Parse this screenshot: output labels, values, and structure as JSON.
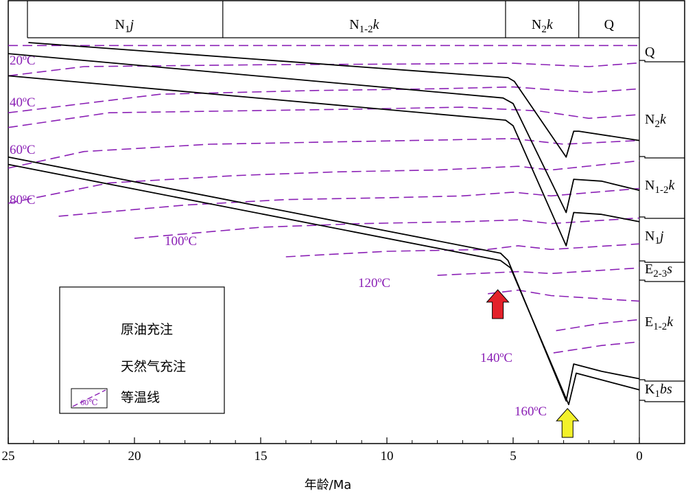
{
  "chart_data": {
    "type": "line",
    "title": "",
    "xlabel": "年龄/Ma",
    "xlim": [
      25,
      0
    ],
    "x_ticks": [
      "25",
      "20",
      "15",
      "10",
      "5",
      "0"
    ],
    "stage_labels": [
      {
        "base": "N",
        "sub": "1",
        "italic": "j"
      },
      {
        "base": "N",
        "sub": "1-2",
        "italic": "k"
      },
      {
        "base": "N",
        "sub": "2",
        "italic": "k"
      },
      {
        "base": "Q",
        "sub": "",
        "italic": ""
      }
    ],
    "stage_ages_ma": [
      24.3,
      16.5,
      5.3,
      2.4,
      0
    ],
    "formation_labels": [
      {
        "base": "Q",
        "sub": "",
        "italic": ""
      },
      {
        "base": "N",
        "sub": "2",
        "italic": "k"
      },
      {
        "base": "N",
        "sub": "1-2",
        "italic": "k"
      },
      {
        "base": "N",
        "sub": "1",
        "italic": "j"
      },
      {
        "base": "E",
        "sub": "2-3",
        "italic": "s"
      },
      {
        "base": "E",
        "sub": "1-2",
        "italic": "k"
      },
      {
        "base": "K",
        "sub": "1",
        "italic": "bs"
      }
    ],
    "isotherm_labels": [
      "20ºC",
      "40ºC",
      "60ºC",
      "80ºC",
      "100ºC",
      "120ºC",
      "140ºC",
      "160ºC"
    ],
    "burial_series": [
      {
        "x": [
          24.2,
          5.2,
          4.95,
          2.9,
          2.6,
          2.4,
          0
        ],
        "y": [
          0,
          950,
          1050,
          3100,
          2400,
          2400,
          2650
        ]
      },
      {
        "x": [
          25,
          5.4,
          5.0,
          2.9,
          2.6,
          1.5,
          0
        ],
        "y": [
          300,
          1500,
          1650,
          4600,
          3700,
          3750,
          4000
        ]
      },
      {
        "x": [
          25,
          5.3,
          5.0,
          2.9,
          2.6,
          1.5,
          0
        ],
        "y": [
          900,
          2100,
          2250,
          5500,
          4600,
          4650,
          4850
        ]
      },
      {
        "x": [
          25,
          5.5,
          5.2,
          2.9,
          2.6,
          1.5,
          0
        ],
        "y": [
          3100,
          5700,
          5900,
          9700,
          8700,
          8900,
          9100
        ]
      },
      {
        "x": [
          25,
          5.5,
          5.1,
          2.8,
          2.5,
          0
        ],
        "y": [
          3300,
          5900,
          6100,
          9800,
          8950,
          9400
        ]
      }
    ],
    "isotherm_series": [
      {
        "x": [
          25,
          0
        ],
        "y": [
          80,
          80
        ]
      },
      {
        "x": [
          25,
          22,
          15,
          9,
          5,
          2,
          0
        ],
        "y": [
          900,
          650,
          600,
          580,
          560,
          650,
          550
        ]
      },
      {
        "x": [
          25,
          19,
          13,
          8,
          5,
          2,
          0
        ],
        "y": [
          1900,
          1400,
          1300,
          1250,
          1200,
          1350,
          1250
        ]
      },
      {
        "x": [
          25,
          21,
          16,
          11,
          7,
          4,
          2,
          0
        ],
        "y": [
          2300,
          1900,
          1850,
          1800,
          1750,
          1850,
          2050,
          1950
        ]
      },
      {
        "x": [
          25,
          22,
          17,
          13,
          9,
          5,
          3,
          0
        ],
        "y": [
          3400,
          2950,
          2750,
          2700,
          2650,
          2600,
          2750,
          2650
        ]
      },
      {
        "x": [
          25,
          21,
          16,
          12,
          8,
          4.8,
          3.5,
          0
        ],
        "y": [
          4350,
          3800,
          3600,
          3500,
          3450,
          3350,
          3450,
          3200
        ]
      },
      {
        "x": [
          23,
          18,
          14,
          10,
          7,
          5,
          3.5,
          0
        ],
        "y": [
          4700,
          4400,
          4250,
          4200,
          4150,
          4050,
          4150,
          3950
        ]
      },
      {
        "x": [
          20,
          15,
          11,
          7,
          4.8,
          3.5,
          0
        ],
        "y": [
          5300,
          5000,
          4900,
          4850,
          4800,
          4900,
          4750
        ]
      },
      {
        "x": [
          14,
          10,
          6,
          4.8,
          3.5,
          0
        ],
        "y": [
          5800,
          5650,
          5600,
          5500,
          5600,
          5450
        ]
      },
      {
        "x": [
          8,
          4.8,
          3.5,
          0
        ],
        "y": [
          6300,
          6200,
          6250,
          6100
        ]
      },
      {
        "x": [
          6,
          4.8,
          3.5,
          0
        ],
        "y": [
          6800,
          6700,
          6850,
          7000
        ]
      },
      {
        "x": [
          3.3,
          1.5,
          0
        ],
        "y": [
          7800,
          7600,
          7500
        ]
      },
      {
        "x": [
          3.4,
          1.5,
          0
        ],
        "y": [
          8400,
          8200,
          8100
        ]
      }
    ],
    "charging_events": [
      {
        "label": "原油充注",
        "age_ma": 5.5,
        "color": "#e3212a"
      },
      {
        "label": "天然气充注",
        "age_ma": 2.9,
        "color": "#f3f12a"
      }
    ],
    "legend": [
      {
        "label": "原油充注",
        "type": "red-arrow"
      },
      {
        "label": "天然气充注",
        "type": "yellow-arrow"
      },
      {
        "label": "等温线",
        "type": "isotherm",
        "sample": "60℃"
      }
    ],
    "colors": {
      "isotherm": "#8a1fb5",
      "line": "#000000",
      "oil": "#e3212a",
      "gas": "#f3f12a"
    }
  }
}
